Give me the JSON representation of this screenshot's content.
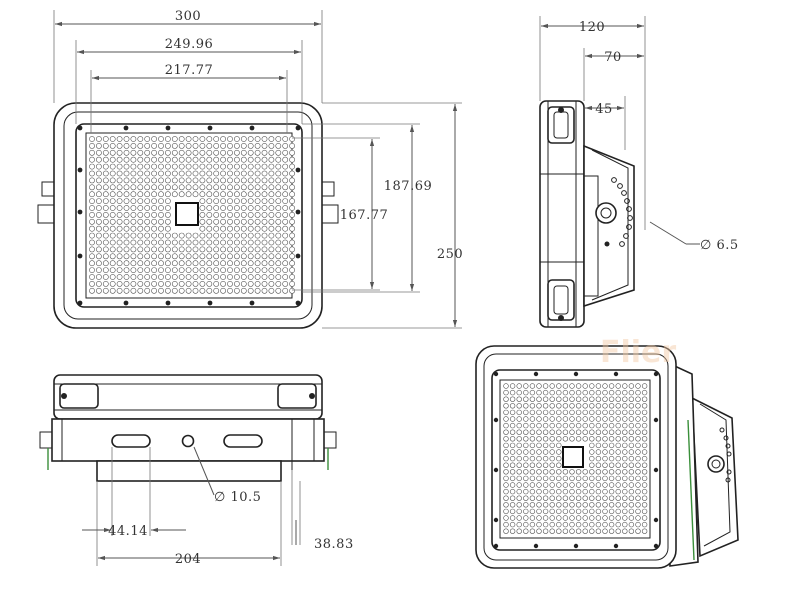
{
  "diagram": {
    "front_view": {
      "width_label": "300",
      "inner_width_label": "249.96",
      "led_width_label": "217.77",
      "height_label": "250",
      "inner_height_label": "187.69",
      "led_height_label": "167.77"
    },
    "side_view": {
      "depth_label": "120",
      "bracket_label": "70",
      "offset_label": "45",
      "hole_label": "∅ 6.5"
    },
    "bottom_view": {
      "slot_label": "44.14",
      "bracket_width_label": "204",
      "hole_label": "∅ 10.5",
      "bracket_depth_label": "38.83"
    },
    "watermark": "Flier",
    "colors": {
      "line": "#222222",
      "dimension": "#555555",
      "watermark": "#f3c9a3",
      "accent_green": "#3a8f3a"
    }
  }
}
